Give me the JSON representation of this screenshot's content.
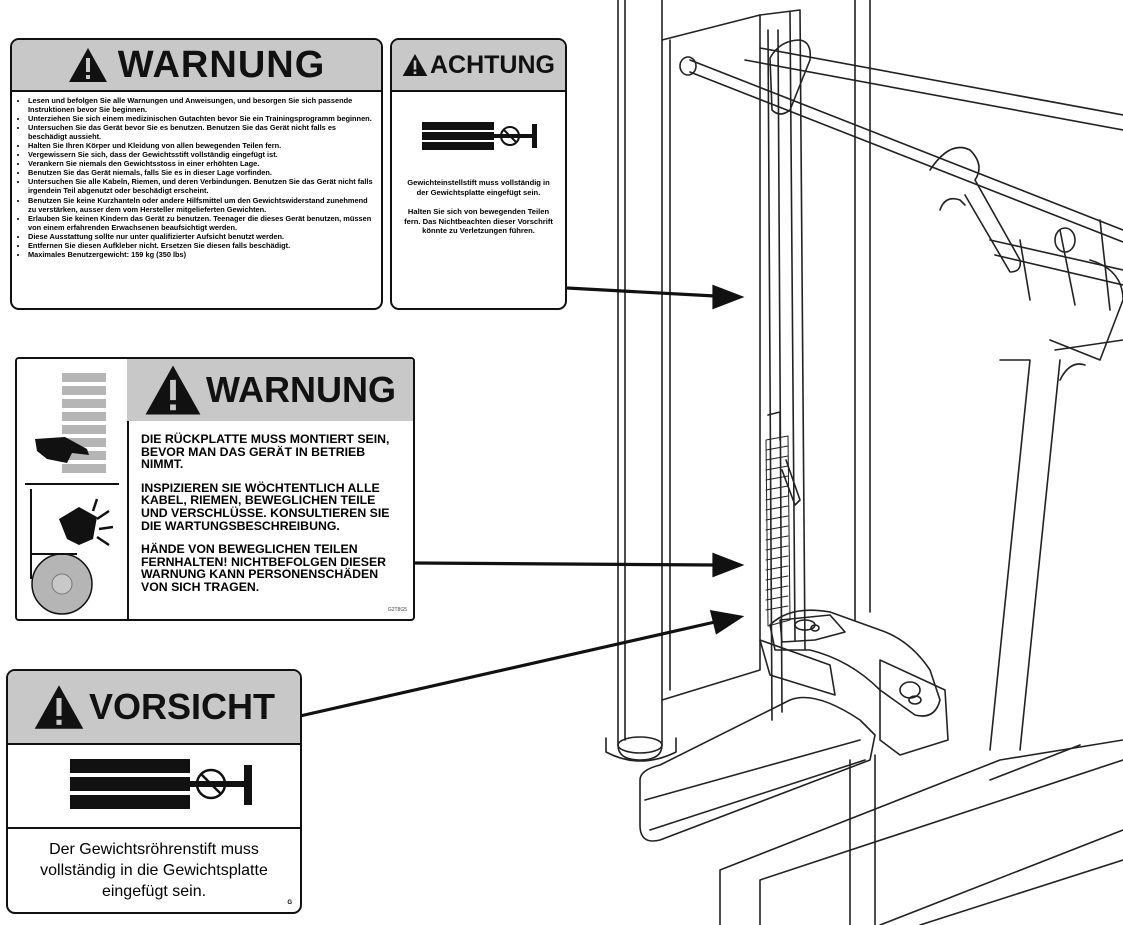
{
  "label1": {
    "title": "WARNUNG",
    "items": [
      "Lesen und befolgen Sie alle Warnungen und Anweisungen, und besorgen Sie sich passende Instruktionen bevor Sie beginnen.",
      "Unterziehen Sie sich einem medizinischen Gutachten bevor Sie ein Trainingsprogramm beginnen.",
      "Untersuchen Sie das Gerät bevor Sie es benutzen. Benutzen Sie das Gerät nicht falls es beschädigt aussieht.",
      "Halten Sie Ihren Körper und Kleidung von allen bewegenden Teilen fern.",
      "Vergewissern Sie sich, dass der Gewichtsstift vollständig eingefügt ist.",
      "Verankern Sie niemals den Gewichtsstoss in einer erhöhten Lage.",
      "Benutzen Sie das Gerät niemals, falls Sie es in dieser Lage vorfinden.",
      "Untersuchen Sie alle Kabeln, Riemen, und deren Verbindungen. Benutzen Sie das Gerät nicht falls irgendein Teil abgenutzt oder beschädigt erscheint.",
      "Benutzen Sie keine Kurzhanteln oder andere Hilfsmittel um den Gewichtswiderstand zunehmend zu verstärken, ausser dem vom Hersteller mitgelieferten Gewichten.",
      "Erlauben Sie keinen Kindern das Gerät zu benutzen. Teenager die dieses Gerät benutzen, müssen von einem erfahrenden Erwachsenen beaufsichtigt werden.",
      "Diese Ausstattung sollte nur unter qualifizierter Aufsicht benutzt werden.",
      "Entfernen Sie diesen Aufkleber nicht. Ersetzen Sie diesen falls beschädigt.",
      "Maximales Benutzergewicht: 159 kg (350 lbs)"
    ]
  },
  "label2": {
    "title": "ACHTUNG",
    "text1": "Gewichteinstellstift muss vollständig in der Gewichtsplatte eingefügt sein.",
    "text2": "Halten Sie sich von bewegenden Teilen fern. Das Nichtbeachten dieser Vorschrift könnte zu Verletzungen führen."
  },
  "label3": {
    "title": "WARNUNG",
    "p1": "DIE RÜCKPLATTE MUSS MONTIERT SEIN, BEVOR MAN DAS GERÄT IN BETRIEB NIMMT.",
    "p2": "INSPIZIEREN SIE WÖCHTENTLICH ALLE KABEL, RIEMEN, BEWEGLICHEN TEILE UND VERSCHLÜSSE. KONSULTIEREN SIE DIE WARTUNGSBESCHREIBUNG.",
    "p3": "HÄNDE VON BEWEGLICHEN TEILEN FERNHALTEN! NICHTBEFOLGEN DIESER WARNUNG KANN PERSONENSCHÄDEN VON SICH TRAGEN.",
    "code": "G2T8G5"
  },
  "label4": {
    "title": "VORSICHT",
    "text": "Der Gewichtsröhrenstift muss vollständig in die Gewichtsplatte eingefügt sein.",
    "code": "G"
  },
  "colors": {
    "header_gray": "#c8c8c8",
    "ink": "#111111",
    "plate_gray": "#b5b5b5"
  },
  "icons": [
    "warning-triangle-icon",
    "weight-pin-icon",
    "hand-pinch-icon",
    "cable-pulley-hand-icon"
  ]
}
